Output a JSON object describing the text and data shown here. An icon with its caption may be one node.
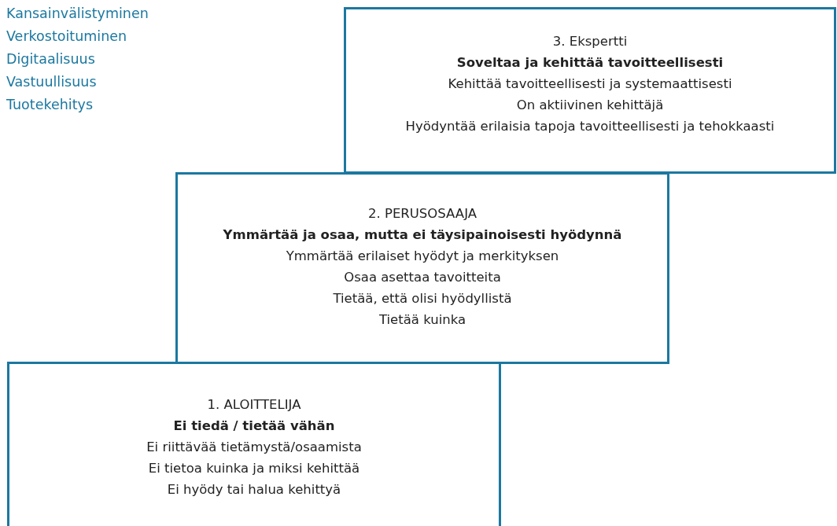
{
  "diagram": {
    "nodes": [
      {
        "text": [
          "3. Ekspertti",
          "Soveltaa ja kehittää tavoitteellisesti",
          "Kehittää tavoitteellisesti ja systemaattisesti",
          "On aktiivinen kehittäjä",
          "Hyödyntää erilaisia tapoja tavoitteellisesti ja tehokkaasti"
        ]
      },
      {
        "text": [
          "2. PERUSOSAAJA",
          "Ymmärtää ja osaa, mutta ei täysipainoisesti hyödynnä",
          "Ymmärtää erilaiset hyödyt ja merkityksen",
          "Osaa asettaa tavoitteita",
          "Tietää, että olisi hyödyllistä",
          "Tietää kuinka"
        ]
      },
      {
        "text": [
          "1. ALOITTELIJA",
          "Ei tiedä / tietää vähän",
          "Ei riittävää tietämystä/osaamista",
          "Ei tietoa kuinka ja miksi kehittää",
          "Ei hyödy tai halua kehittyä"
        ]
      }
    ],
    "labels": [
      "Kansainvälistyminen",
      "Verkostoituminen",
      "Digitaalisuus",
      "Vastuullisuus",
      "Tuotekehitys"
    ]
  }
}
